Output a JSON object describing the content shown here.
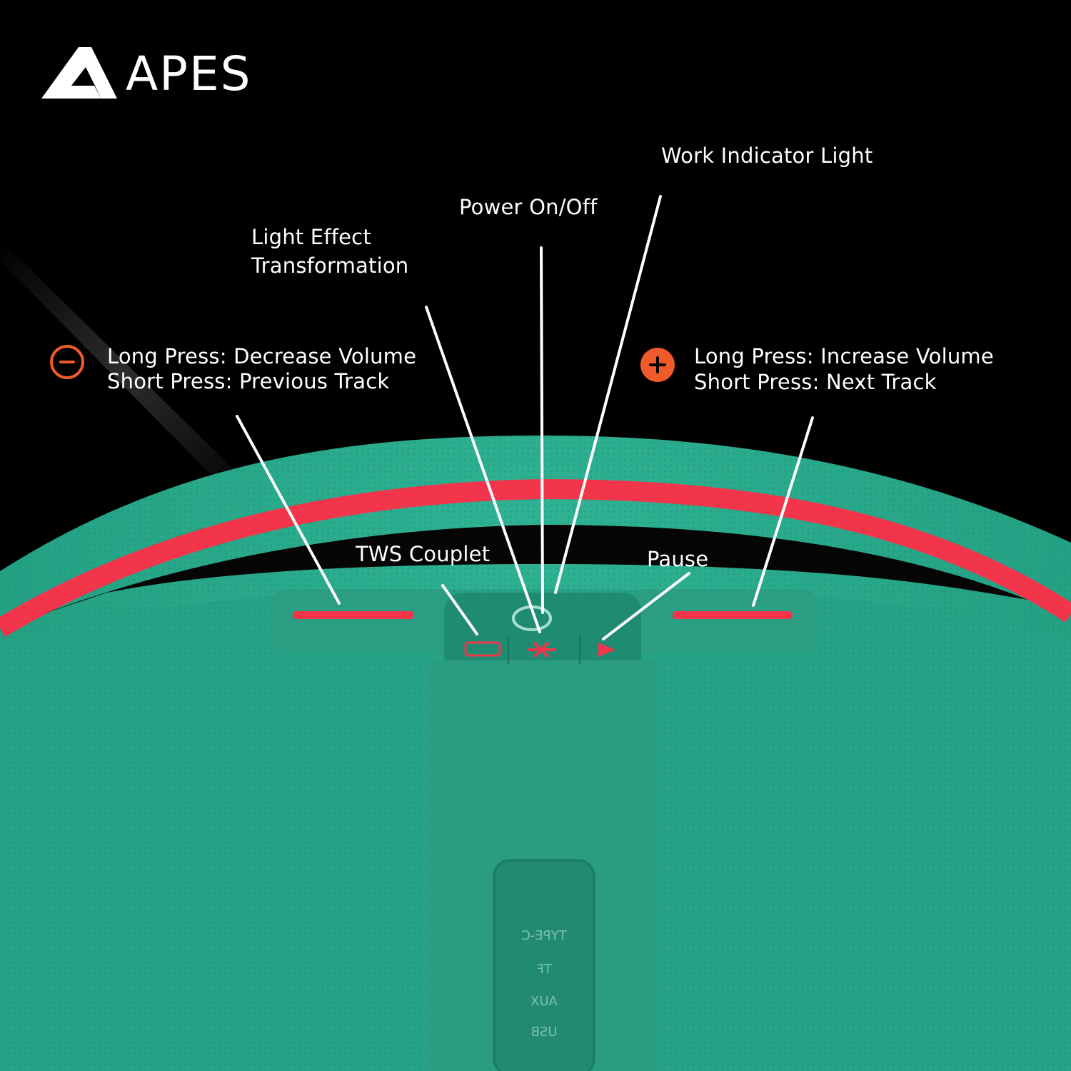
{
  "brand": {
    "name": "APES"
  },
  "colors": {
    "background": "#000000",
    "speaker": "#27a387",
    "accent_red": "#f2354a",
    "badge_orange": "#f15a2b",
    "line": "#ffffff"
  },
  "callouts": {
    "work_indicator": "Work Indicator Light",
    "power": "Power On/Off",
    "light_effect_line1": "Light Effect",
    "light_effect_line2": "Transformation",
    "volume_down_line1": "Long Press: Decrease Volume",
    "volume_down_line2": "Short Press: Previous Track",
    "volume_up_line1": "Long Press: Increase Volume",
    "volume_up_line2": "Short Press: Next Track",
    "tws": "TWS Couplet",
    "pause": "Pause"
  },
  "icons": {
    "volume_down": "minus-circle-icon",
    "volume_up": "plus-circle-icon"
  },
  "ports": {
    "type_c": "TYPE-C",
    "tf": "TF",
    "aux": "AUX",
    "usb": "USB"
  }
}
